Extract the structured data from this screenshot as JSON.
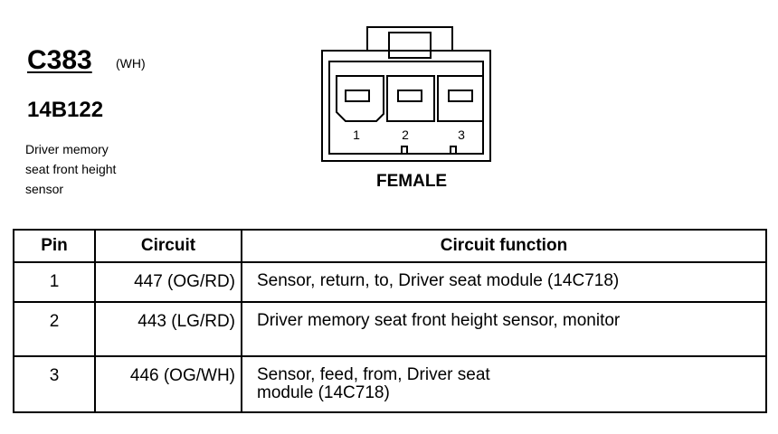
{
  "connector": {
    "id": "C383",
    "color_code": "(WH)",
    "part_number": "14B122",
    "description_lines": [
      "Driver memory",
      "seat front height",
      "sensor"
    ],
    "gender": "FEMALE",
    "pin_labels": [
      "1",
      "2",
      "3"
    ]
  },
  "table": {
    "headers": {
      "pin": "Pin",
      "circuit": "Circuit",
      "function": "Circuit function"
    },
    "rows": [
      {
        "pin": "1",
        "circuit": "447 (OG/RD)",
        "function_lines": [
          "Sensor, return, to, Driver seat module (14C718)"
        ]
      },
      {
        "pin": "2",
        "circuit": "443 (LG/RD)",
        "function_lines": [
          "Driver memory seat front height sensor, monitor"
        ]
      },
      {
        "pin": "3",
        "circuit": "446 (OG/WH)",
        "function_lines": [
          "Sensor, feed, from, Driver seat",
          "module (14C718)"
        ]
      }
    ]
  }
}
